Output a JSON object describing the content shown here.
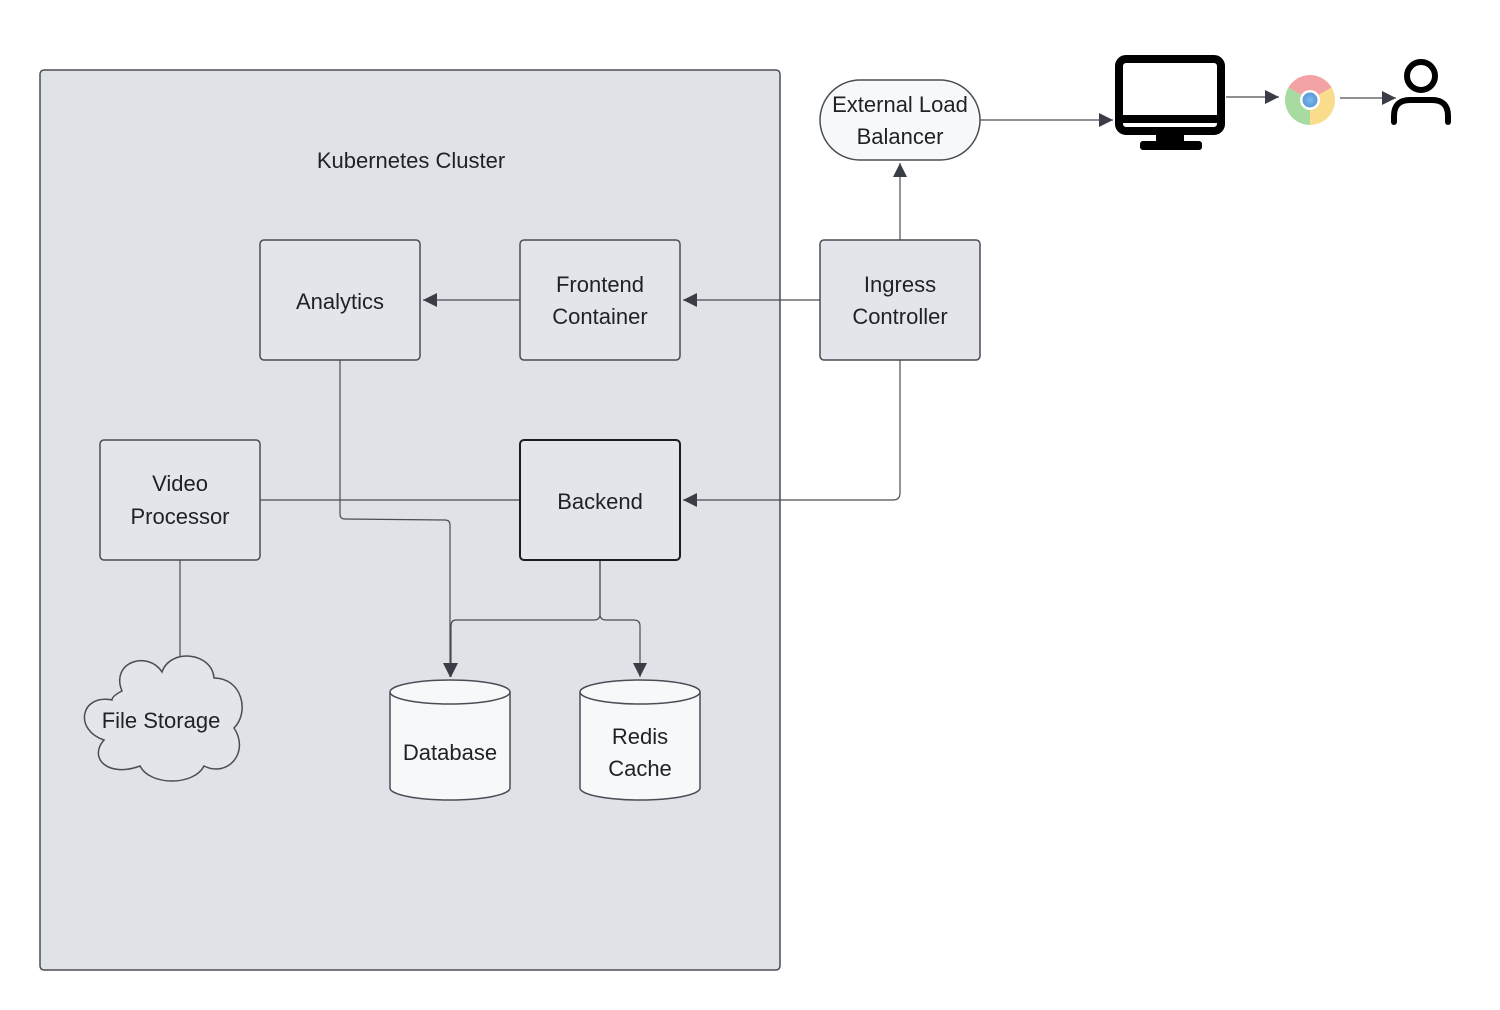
{
  "diagram": {
    "cluster_title": "Kubernetes Cluster",
    "nodes": {
      "analytics": {
        "label": "Analytics"
      },
      "frontend": {
        "label_line1": "Frontend",
        "label_line2": "Container"
      },
      "ingress": {
        "label_line1": "Ingress",
        "label_line2": "Controller"
      },
      "external_lb": {
        "label_line1": "External Load",
        "label_line2": "Balancer"
      },
      "video_processor": {
        "label_line1": "Video",
        "label_line2": "Processor"
      },
      "backend": {
        "label": "Backend"
      },
      "file_storage": {
        "label": "File Storage"
      },
      "database": {
        "label": "Database"
      },
      "redis": {
        "label_line1": "Redis",
        "label_line2": "Cache"
      }
    },
    "icons": [
      "monitor-icon",
      "chrome-browser-icon",
      "user-icon"
    ],
    "colors": {
      "cluster_fill": "#dfe2e7",
      "node_fill": "#e3e5ea",
      "stroke": "#4a4d55",
      "cylinder_fill": "#f7f8fa",
      "arrow": "#3a3d45"
    }
  }
}
